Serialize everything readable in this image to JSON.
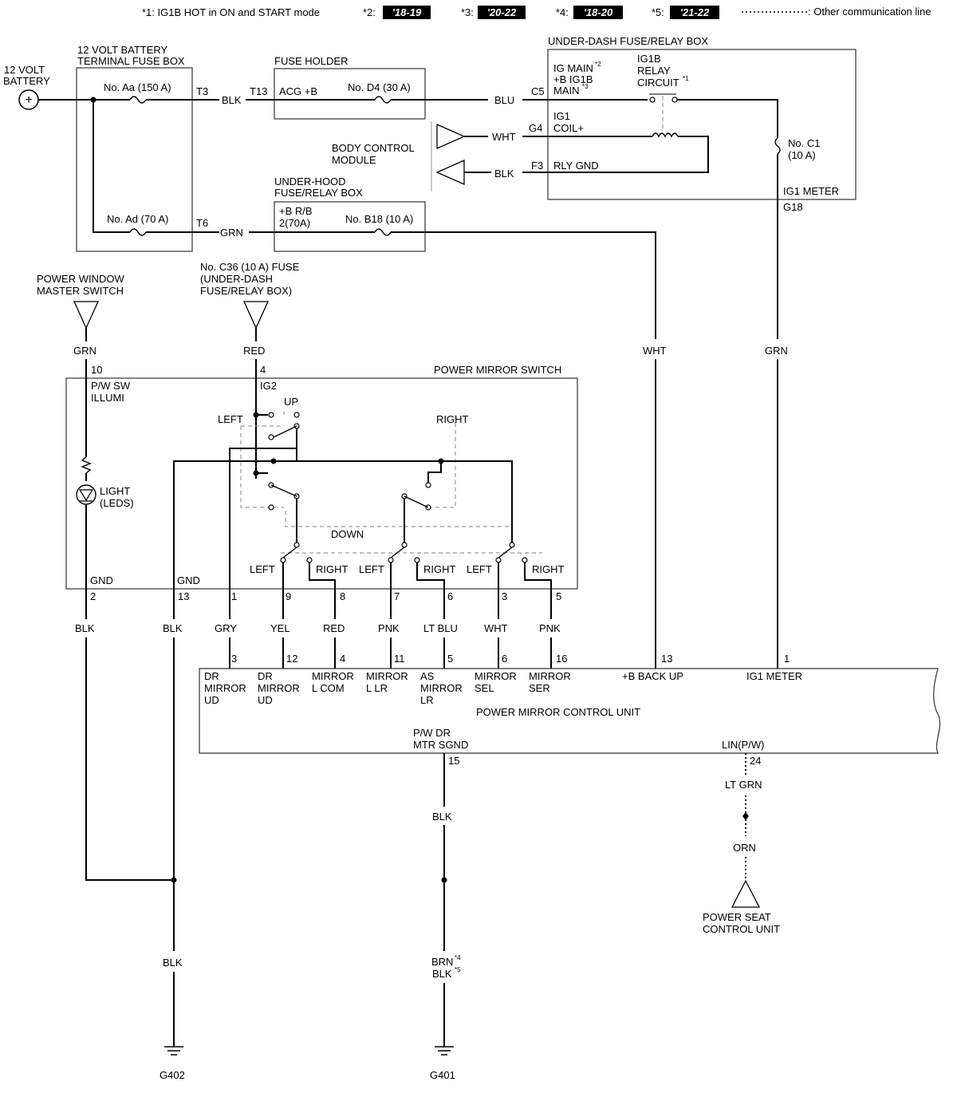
{
  "legend": {
    "note1": "*1: IG1B HOT in ON and START mode",
    "note2_label": "*2:",
    "note2_year": "'18-19",
    "note3_label": "*3:",
    "note3_year": "'20-22",
    "note4_label": "*4:",
    "note4_year": "'18-20",
    "note5_label": "*5:",
    "note5_year": "'21-22",
    "comm_line": ": Other communication line"
  },
  "battery": {
    "line1": "12 VOLT",
    "line2": "BATTERY"
  },
  "terminal_fuse_box": {
    "title1": "12 VOLT BATTERY",
    "title2": "TERMINAL FUSE BOX",
    "fuse_aa": "No. Aa (150 A)",
    "fuse_ad": "No. Ad (70 A)",
    "t3": "T3",
    "t6": "T6"
  },
  "fuse_holder": {
    "title": "FUSE HOLDER",
    "t13": "T13",
    "acg": "ACG +B",
    "fuse_d4": "No. D4 (30 A)"
  },
  "under_hood_box": {
    "title1": "UNDER-HOOD",
    "title2": "FUSE/RELAY BOX",
    "rb1": "+B R/B",
    "rb2": "2(70A)",
    "fuse_b18": "No. B18 (10 A)"
  },
  "under_dash_box": {
    "title": "UNDER-DASH FUSE/RELAY BOX",
    "ig_main": "IG MAIN",
    "ig_main_sup": "*2",
    "ig1b_main1": "+B IG1B",
    "ig1b_main2": "MAIN",
    "ig1b_main_sup": "*3",
    "relay1": "IG1B",
    "relay2": "RELAY",
    "relay3": "CIRCUIT",
    "relay_sup": "*1",
    "ig1_coil1": "IG1",
    "ig1_coil2": "COIL+",
    "rly_gnd": "RLY GND",
    "fuse_c1_1": "No. C1",
    "fuse_c1_2": "(10 A)",
    "ig1_meter": "IG1 METER",
    "g18": "G18",
    "c5": "C5",
    "g4": "G4",
    "f3": "F3"
  },
  "bcm": {
    "line1": "BODY CONTROL",
    "line2": "MODULE"
  },
  "wires": {
    "blk": "BLK",
    "blu": "BLU",
    "wht": "WHT",
    "grn": "GRN",
    "red": "RED",
    "gry": "GRY",
    "yel": "YEL",
    "pnk": "PNK",
    "lt_blu": "LT BLU",
    "lt_grn": "LT GRN",
    "orn": "ORN",
    "brn_blk1": "BRN",
    "brn_blk1_sup": "*4",
    "brn_blk2": "BLK",
    "brn_blk2_sup": "*5"
  },
  "pw_master": {
    "line1": "POWER WINDOW",
    "line2": "MASTER SWITCH"
  },
  "c36": {
    "line1": "No. C36 (10 A) FUSE",
    "line2": "(UNDER-DASH",
    "line3": "FUSE/RELAY BOX)"
  },
  "mirror_switch": {
    "title": "POWER MIRROR SWITCH",
    "pw_sw1": "P/W SW",
    "pw_sw2": "ILLUMI",
    "ig2": "IG2",
    "up": "UP",
    "left": "LEFT",
    "right": "RIGHT",
    "down": "DOWN",
    "light1": "LIGHT",
    "light2": "(LEDS)",
    "gnd": "GND",
    "pins": [
      "10",
      "4",
      "2",
      "13",
      "1",
      "9",
      "8",
      "7",
      "6",
      "3",
      "5"
    ]
  },
  "control_unit": {
    "title": "POWER MIRROR CONTROL UNIT",
    "pins": [
      "3",
      "12",
      "4",
      "11",
      "5",
      "6",
      "16",
      "13",
      "1",
      "15",
      "24"
    ],
    "dr_ud1": "DR",
    "dr_ud2": "MIRROR",
    "dr_ud3": "UD",
    "l_com1": "MIRROR",
    "l_com2": "L COM",
    "l_lr1": "MIRROR",
    "l_lr2": "L LR",
    "as_lr1": "AS",
    "as_lr2": "MIRROR",
    "as_lr3": "LR",
    "sel1": "MIRROR",
    "sel2": "SEL",
    "ser1": "MIRROR",
    "ser2": "SER",
    "backup": "+B BACK UP",
    "ig1_meter": "IG1 METER",
    "sgnd1": "P/W DR",
    "sgnd2": "MTR SGND",
    "lin": "LIN(P/W)"
  },
  "power_seat": {
    "line1": "POWER SEAT",
    "line2": "CONTROL UNIT"
  },
  "grounds": {
    "g402": "G402",
    "g401": "G401"
  }
}
